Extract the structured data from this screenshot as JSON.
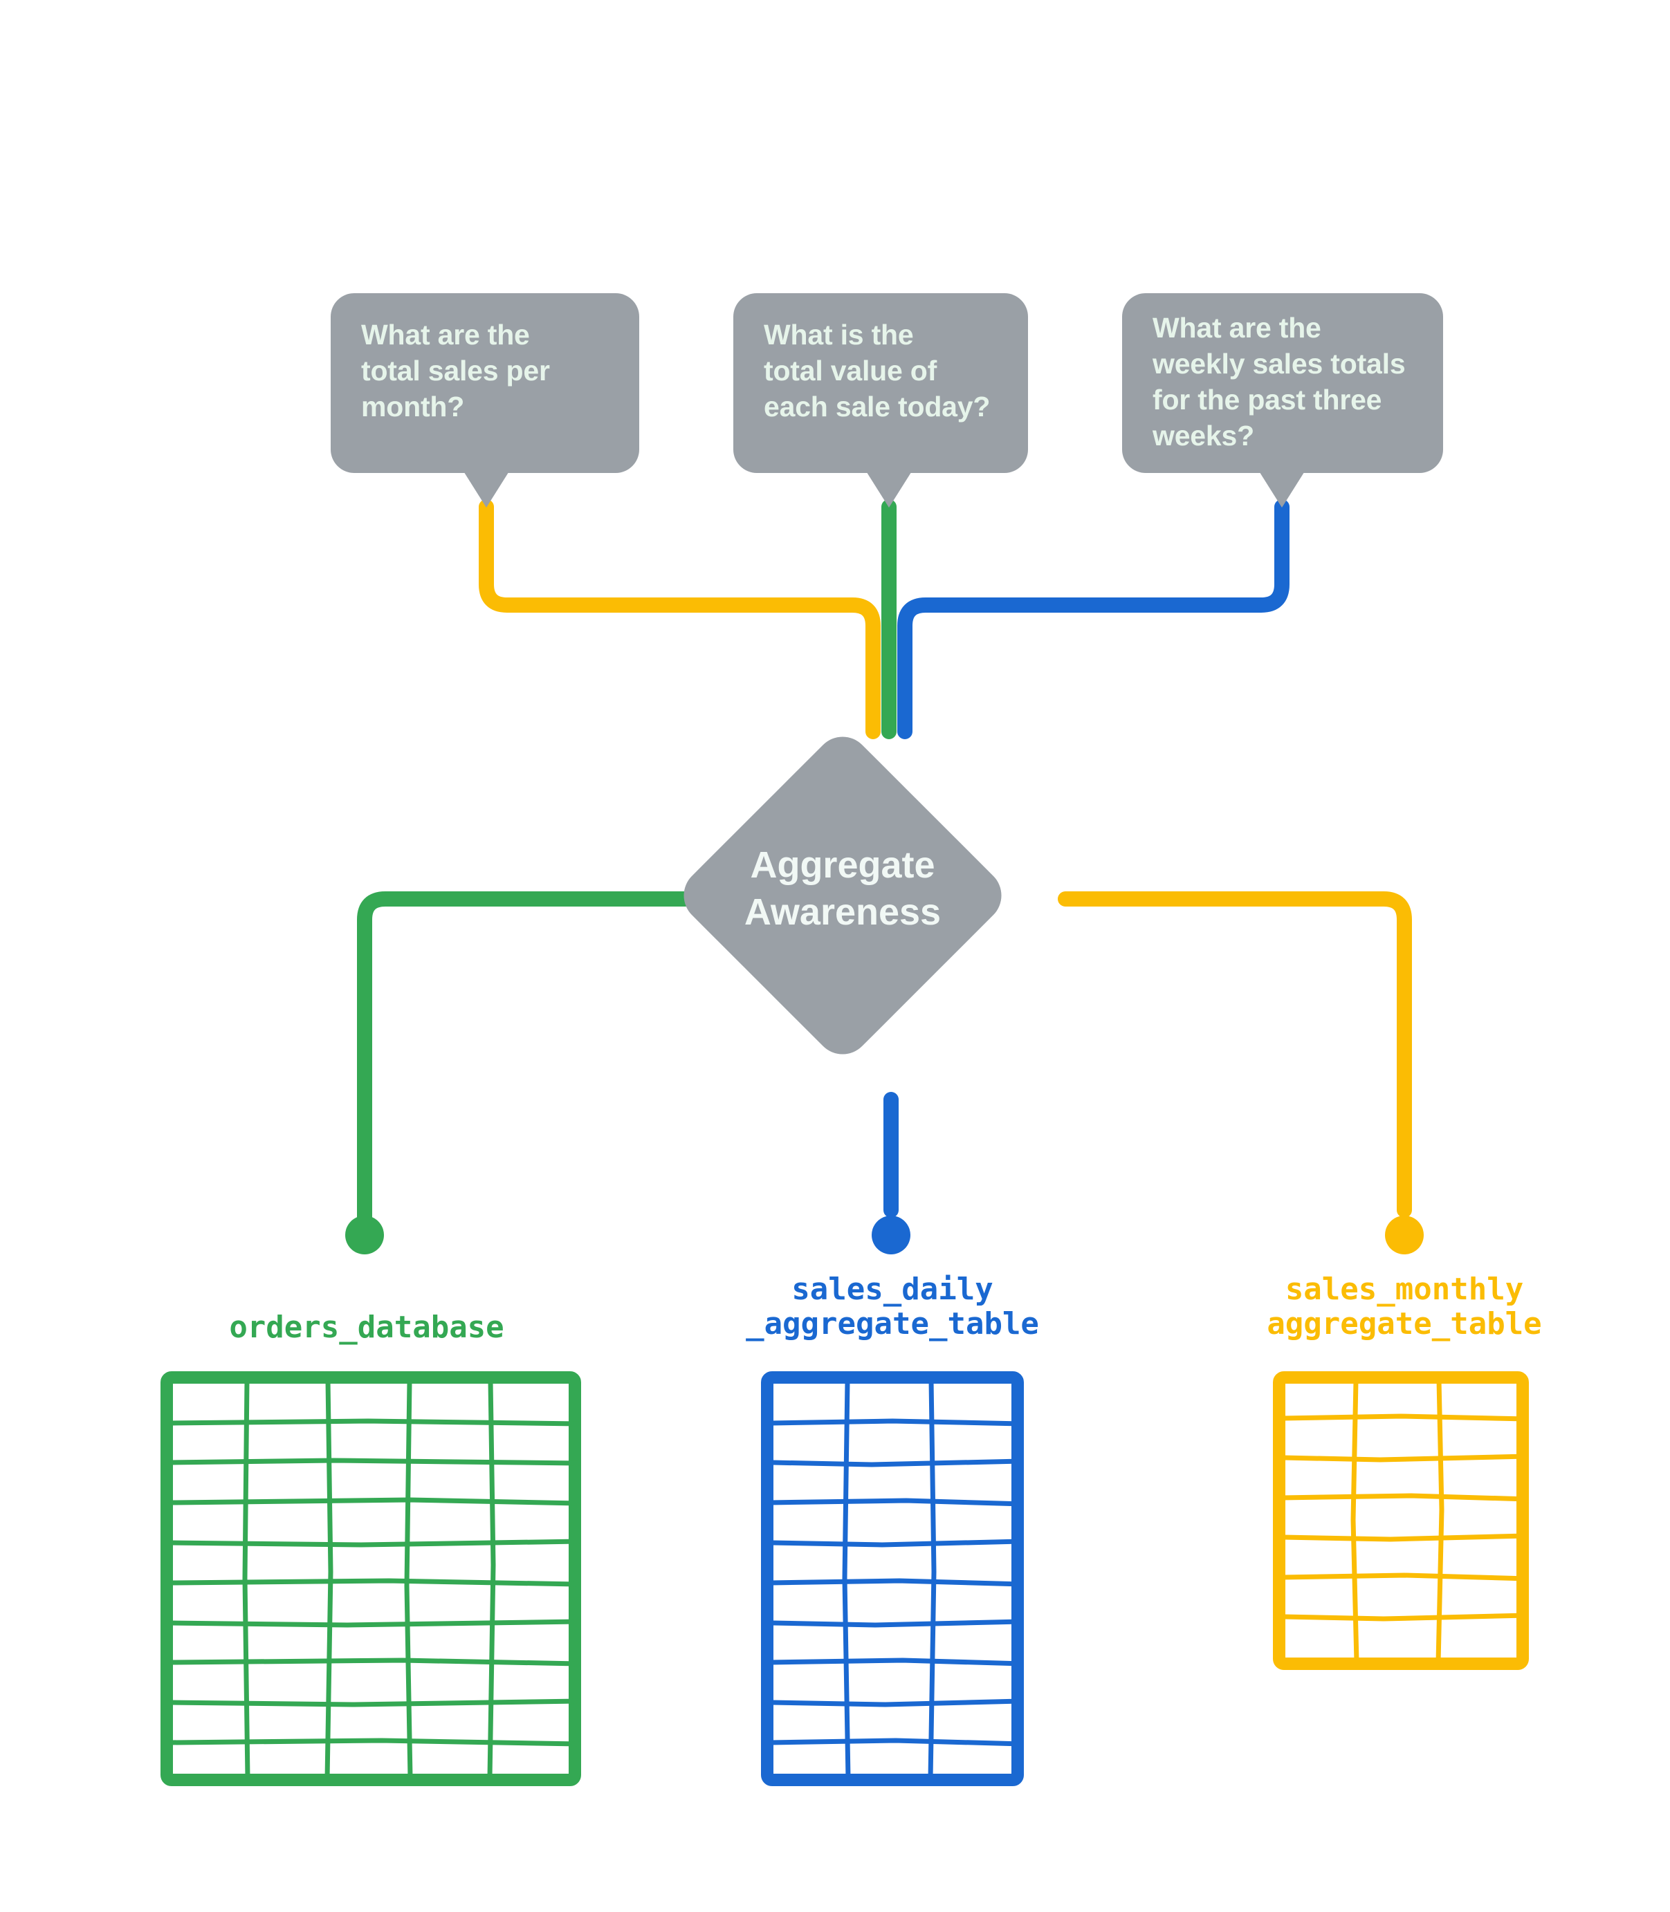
{
  "diagram": {
    "title": "Aggregate Awareness",
    "center_node": {
      "label": "Aggregate\nAwareness",
      "shape": "diamond",
      "fill": "#9aa0a6",
      "text_color": "#f1f8f5"
    },
    "colors": {
      "gray": "#9aa0a6",
      "green": "#34a853",
      "blue": "#1a68d1",
      "yellow": "#fbbc04",
      "bubble_text": "#e6f4ea",
      "background": "#ffffff"
    },
    "questions": [
      {
        "id": "monthly",
        "text": "What are the\ntotal sales per\nmonth?",
        "wire_color": "#fbbc04",
        "routes_to": "sales_monthly_aggregate_table"
      },
      {
        "id": "daily",
        "text": "What is the\ntotal value of\neach sale today?",
        "wire_color": "#34a853",
        "routes_to": "orders_database"
      },
      {
        "id": "weekly",
        "text": "What are the\nweekly sales totals\nfor the past three\nweeks?",
        "wire_color": "#1a68d1",
        "routes_to": "sales_daily_aggregate_table"
      }
    ],
    "tables": [
      {
        "id": "orders_database",
        "caption": "orders_database",
        "color": "#34a853",
        "columns": 5,
        "rows": 10
      },
      {
        "id": "sales_daily_aggregate_table",
        "caption": "sales_daily\n_aggregate_table",
        "color": "#1a68d1",
        "columns": 3,
        "rows": 10
      },
      {
        "id": "sales_monthly_aggregate_table",
        "caption": "sales_monthly\naggregate_table",
        "color": "#fbbc04",
        "columns": 3,
        "rows": 7
      }
    ]
  }
}
